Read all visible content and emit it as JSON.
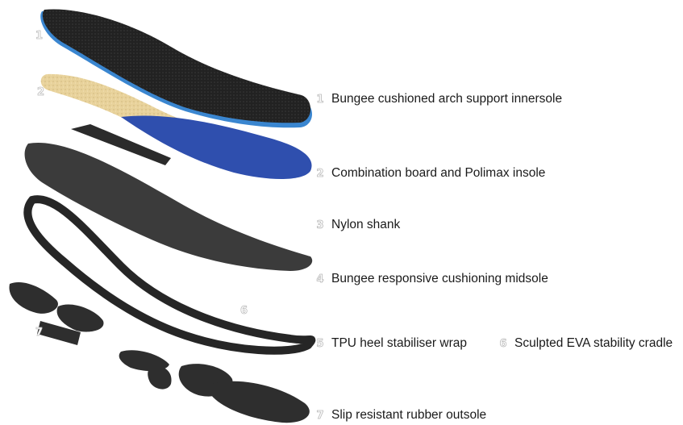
{
  "components": [
    {
      "number": "1",
      "label": "Bungee cushioned arch support innersole"
    },
    {
      "number": "2",
      "label": "Combination board and Polimax insole"
    },
    {
      "number": "3",
      "label": "Nylon shank"
    },
    {
      "number": "4",
      "label": "Bungee responsive cushioning midsole"
    },
    {
      "number": "5",
      "label": "TPU heel stabiliser wrap"
    },
    {
      "number": "6",
      "label": "Sculpted EVA stability cradle"
    },
    {
      "number": "7",
      "label": "Slip resistant rubber outsole"
    }
  ],
  "illustration_markers": [
    "1",
    "2",
    "6",
    "7"
  ],
  "colors": {
    "innersole_top": "#1f1f1f",
    "innersole_edge": "#3a86d0",
    "board": "#e9d39c",
    "insole_blue": "#2f4fae",
    "shank": "#2b2b2b",
    "midsole": "#3b3b3b",
    "wrap": "#262626",
    "outsole": "#2e2e2e"
  }
}
